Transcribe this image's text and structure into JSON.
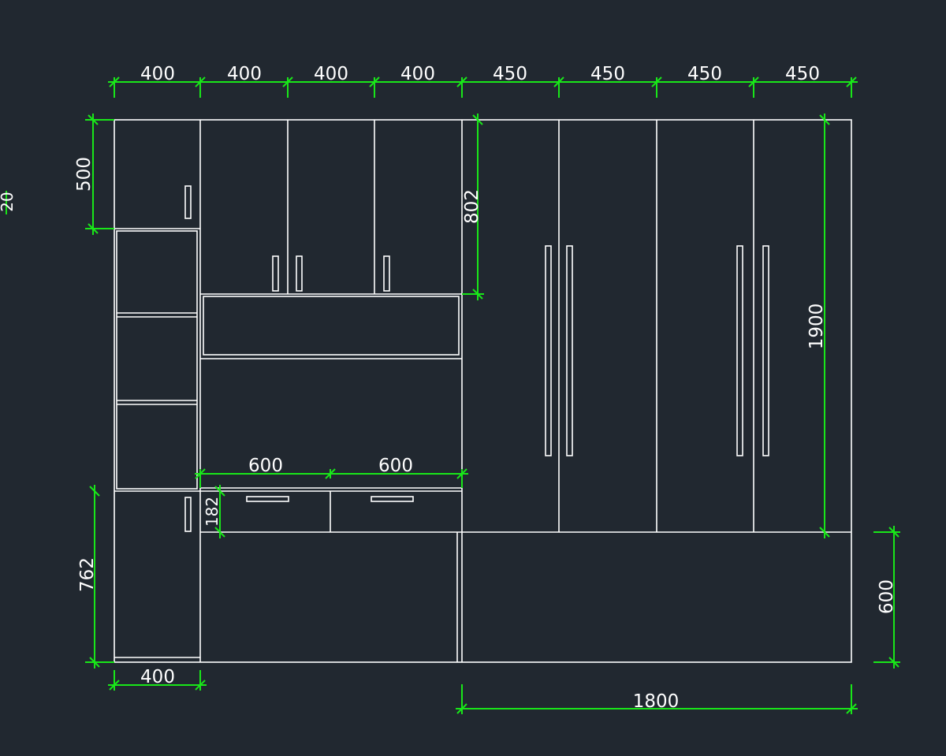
{
  "drawing": {
    "background": "#212830",
    "outline_color": "#ffffff",
    "dimension_color": "#19e619"
  },
  "dimensions": {
    "top_widths": [
      "400",
      "400",
      "400",
      "400",
      "450",
      "450",
      "450",
      "450"
    ],
    "left_top_height": "500",
    "upper_cabinet_height": "802",
    "wardrobe_height": "1900",
    "drawer_widths": [
      "600",
      "600"
    ],
    "drawer_height": "182",
    "left_lower_height": "762",
    "bottom_left_width": "400",
    "base_height": "600",
    "base_width": "1800",
    "side_mark": "20"
  }
}
